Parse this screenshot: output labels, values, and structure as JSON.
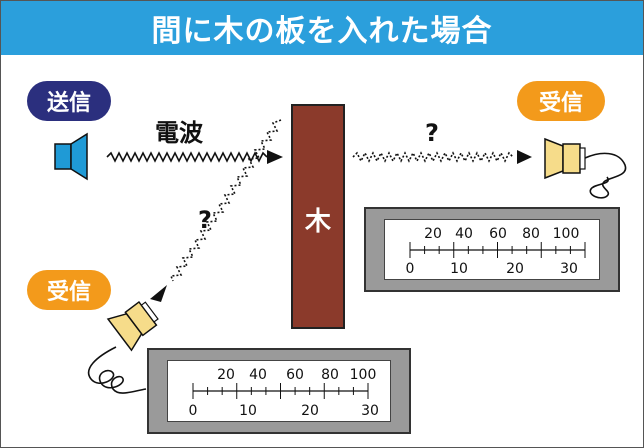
{
  "title": "間に木の板を入れた場合",
  "badges": {
    "sender": "送信",
    "receiver_right": "受信",
    "receiver_left": "受信"
  },
  "labels": {
    "wave": "電波",
    "question_reflect": "?",
    "question_pass": "?",
    "board": "木"
  },
  "meter": {
    "upper_scale": [
      "20",
      "40",
      "60",
      "80",
      "100"
    ],
    "lower_scale": [
      "0",
      "10",
      "20",
      "30"
    ]
  },
  "colors": {
    "title_bg": "#2b9fdc",
    "sender_badge": "#2b2f7e",
    "receiver_badge": "#f39a1b",
    "board": "#8b3a2b",
    "speaker": "#1f9ad6",
    "receiver_horn": "#f6dc8a"
  },
  "icons": {
    "sender": "speaker-icon",
    "receiver": "horn-receiver-icon"
  }
}
